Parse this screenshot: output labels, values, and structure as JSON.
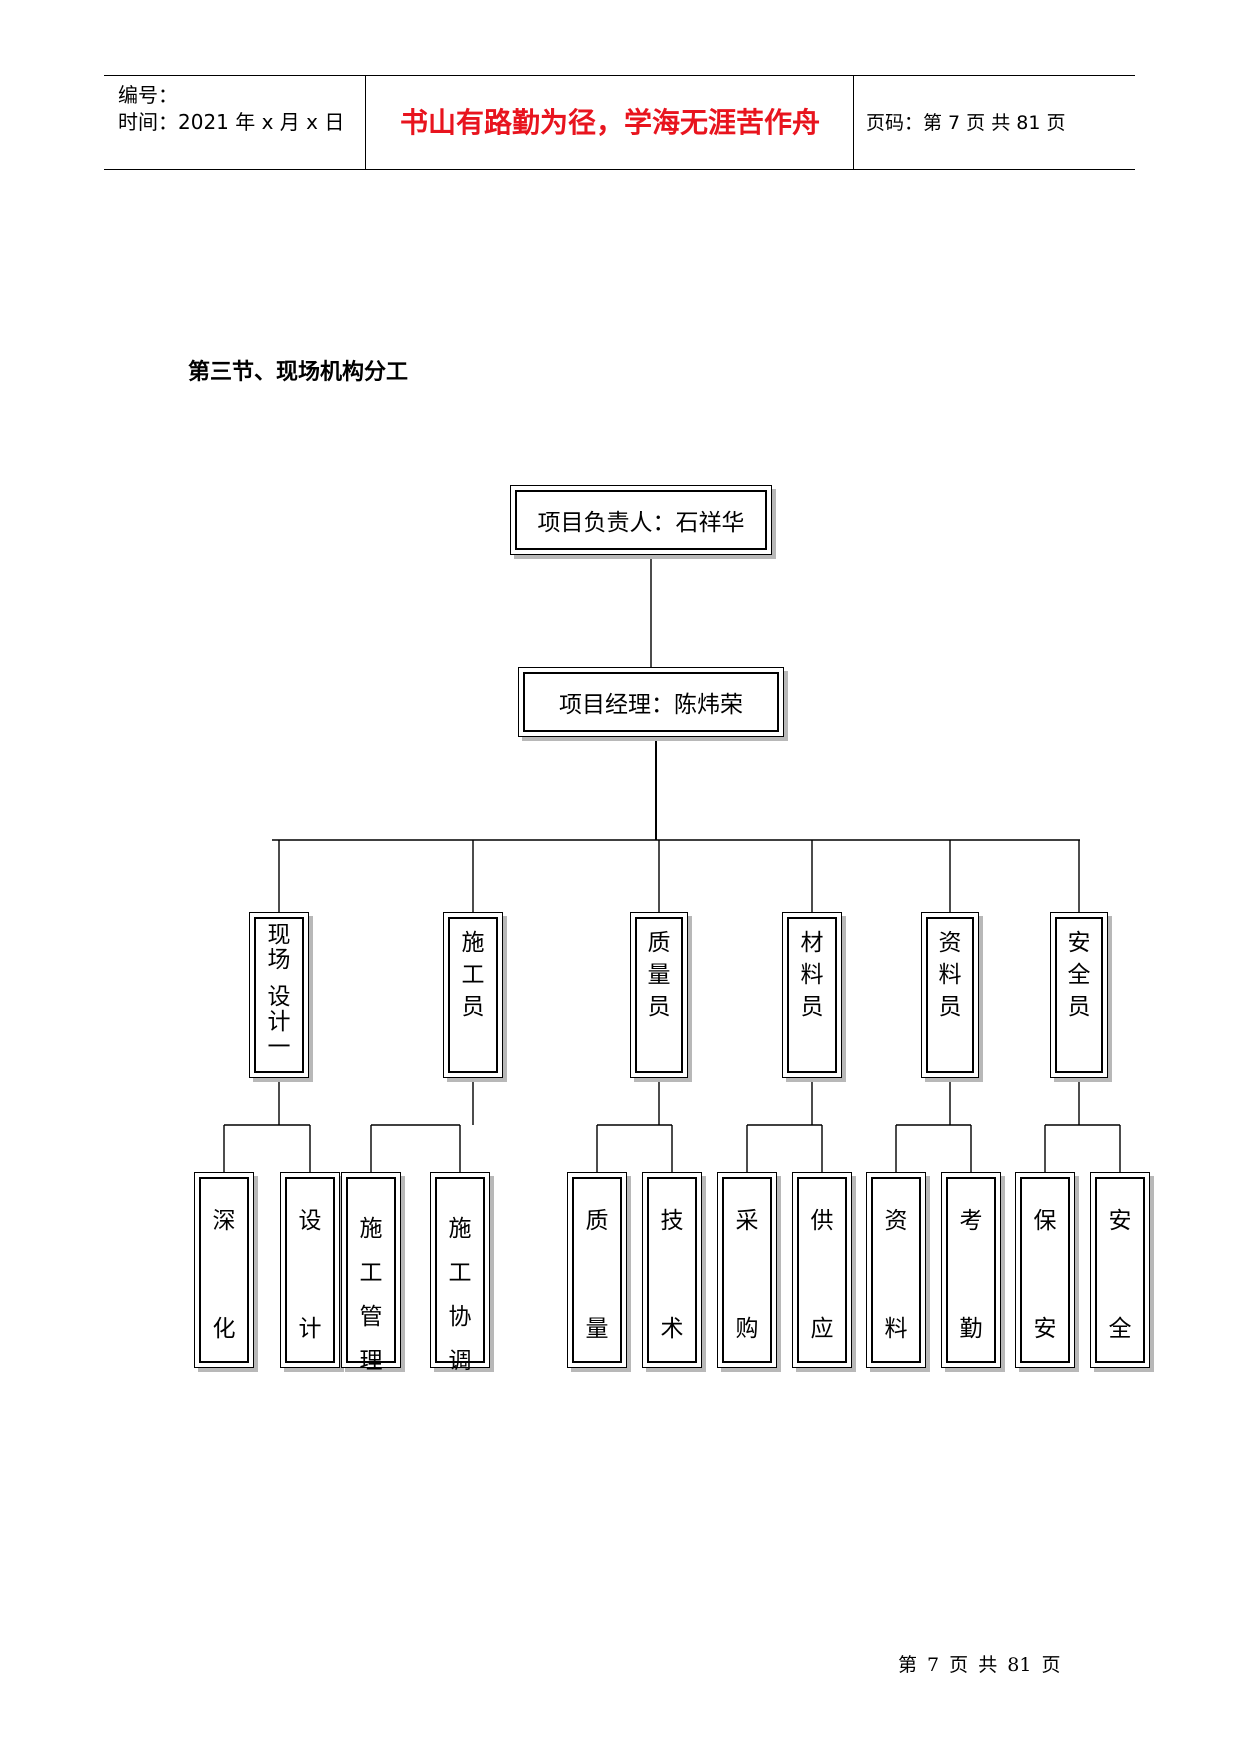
{
  "header": {
    "code_label": "编号：",
    "time_label": "时间：2021 年 x 月 x 日",
    "motto": "书山有路勤为径，学海无涯苦作舟",
    "page_label": "页码：第 7 页  共 81 页"
  },
  "section_title": "第三节、现场机构分工",
  "org_chart": {
    "top": "项目负责人：石祥华",
    "manager": "项目经理：陈炜荣",
    "departments": [
      {
        "label": "现场设计一",
        "chars": [
          "现",
          "场",
          "设",
          "计",
          "一"
        ],
        "leaves": [
          [
            "深",
            "化"
          ],
          [
            "设",
            "计"
          ]
        ]
      },
      {
        "label": "施工员",
        "chars": [
          "施",
          "工",
          "员"
        ],
        "leaves": [
          [
            "施",
            "工",
            "管",
            "理"
          ],
          [
            "施",
            "工",
            "协",
            "调"
          ]
        ]
      },
      {
        "label": "质量员",
        "chars": [
          "质",
          "量",
          "员"
        ],
        "leaves": [
          [
            "质",
            "量"
          ],
          [
            "技",
            "术"
          ]
        ]
      },
      {
        "label": "材料员",
        "chars": [
          "材",
          "料",
          "员"
        ],
        "leaves": [
          [
            "采",
            "购"
          ],
          [
            "供",
            "应"
          ]
        ]
      },
      {
        "label": "资料员",
        "chars": [
          "资",
          "料",
          "员"
        ],
        "leaves": [
          [
            "资",
            "料"
          ],
          [
            "考",
            "勤"
          ]
        ]
      },
      {
        "label": "安全员",
        "chars": [
          "安",
          "全",
          "员"
        ],
        "leaves": [
          [
            "保",
            "安"
          ],
          [
            "安",
            "全"
          ]
        ]
      }
    ]
  },
  "footer": {
    "page_label": "第 7 页 共 81 页"
  }
}
